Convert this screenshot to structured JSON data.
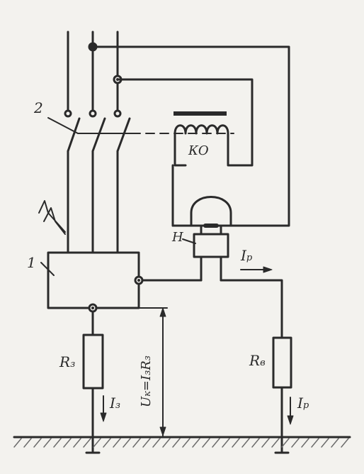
{
  "labels": {
    "item1": "1",
    "item2": "2",
    "relay": "КО",
    "lamp": "Н",
    "ground_resistor": "R",
    "ground_resistor_sub": "з",
    "body_resistor": "R",
    "body_resistor_sub": "в",
    "fault_current": "I",
    "fault_current_sub": "з",
    "body_current_top": "I",
    "body_current_top_sub": "р",
    "body_current_bottom": "I",
    "body_current_bottom_sub": "р",
    "touch_voltage": "U",
    "touch_voltage_sub1": "к",
    "touch_voltage_mid": "=I",
    "touch_voltage_sub2": "з",
    "touch_voltage_end": "R",
    "touch_voltage_sub3": "з"
  },
  "colors": {
    "ink": "#2a2a2a",
    "paper": "#f3f2ee",
    "ground": "#6b6b6b"
  }
}
